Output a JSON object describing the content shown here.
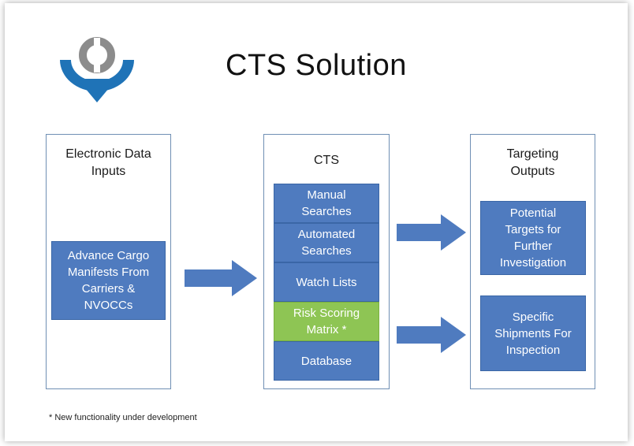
{
  "title": "CTS Solution",
  "colors": {
    "box_blue": "#4f7bbf",
    "box_green": "#8ec554",
    "panel_border": "#6f8fb4",
    "arrow": "#4f7bbf"
  },
  "left_panel": {
    "title": "Electronic Data\nInputs",
    "box": "Advance Cargo\nManifests From\nCarriers &\nNVOCCs"
  },
  "center_panel": {
    "title": "CTS",
    "items": [
      {
        "label": "Manual\nSearches",
        "color": "#4f7bbf"
      },
      {
        "label": "Automated\nSearches",
        "color": "#4f7bbf"
      },
      {
        "label": "Watch Lists",
        "color": "#4f7bbf"
      },
      {
        "label": "Risk Scoring\nMatrix *",
        "color": "#8ec554"
      },
      {
        "label": "Database",
        "color": "#4f7bbf"
      }
    ]
  },
  "right_panel": {
    "title": "Targeting\nOutputs",
    "boxes": [
      "Potential\nTargets for\nFurther\nInvestigation",
      "Specific\nShipments For\nInspection"
    ]
  },
  "footnote": "* New functionality under development"
}
